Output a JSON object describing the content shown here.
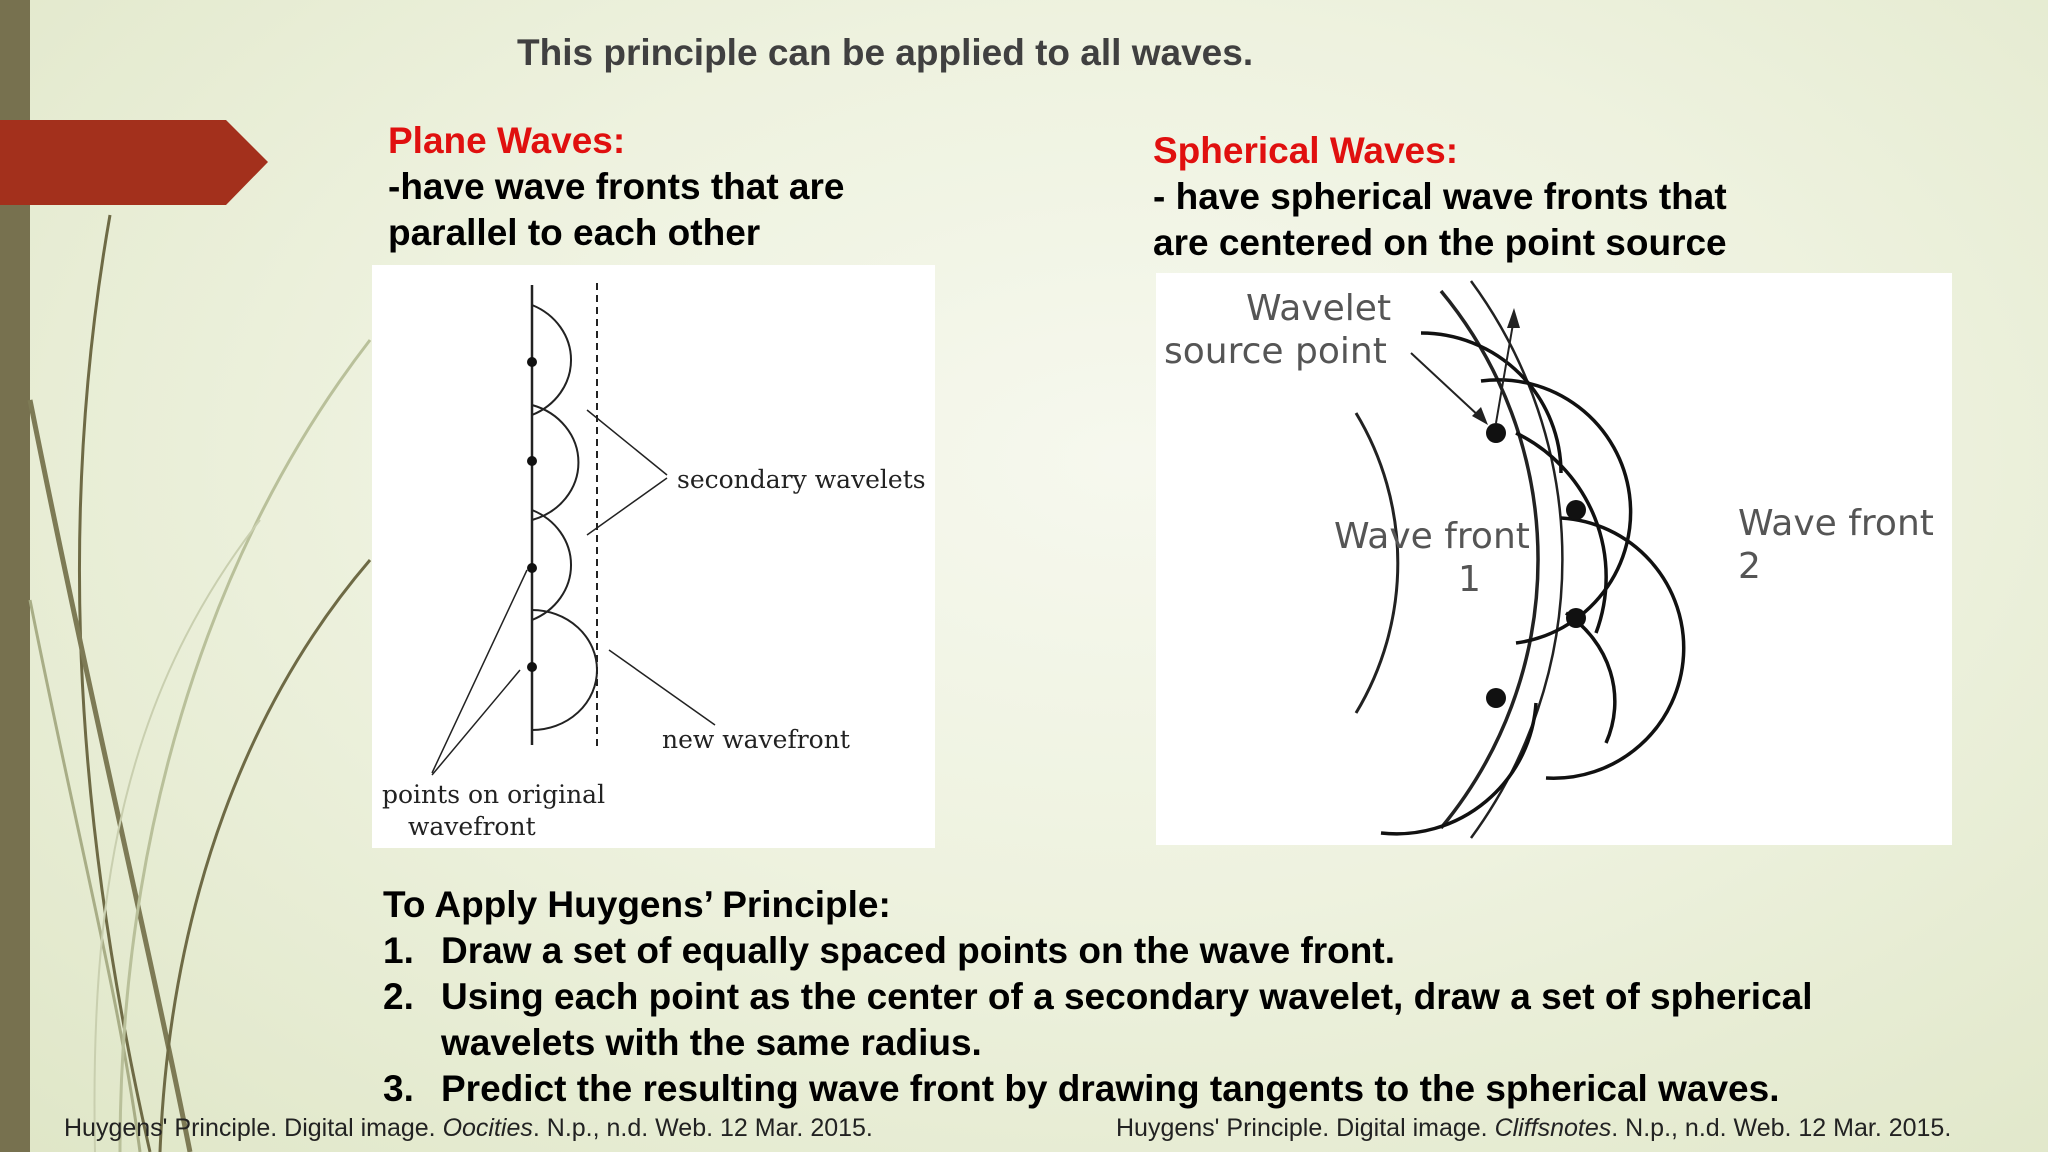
{
  "title": "This principle can be applied to all waves.",
  "plane": {
    "heading": "Plane Waves:",
    "line1": "-have wave fronts that are",
    "line2": "parallel to each other",
    "fig_labels": {
      "secondary": "secondary wavelets",
      "new_front": "new wavefront",
      "original1": "points on original",
      "original2": "wavefront"
    }
  },
  "spherical": {
    "heading": "Spherical Waves:",
    "line1": "- have spherical wave fronts that",
    "line2": "are centered on the point source",
    "fig_labels": {
      "source1": "Wavelet",
      "source2": "source point",
      "front1a": "Wave front",
      "front1b": "1",
      "front2a": "Wave front",
      "front2b": "2"
    }
  },
  "steps": {
    "heading": "To Apply Huygens’ Principle:",
    "items": [
      {
        "num": "1.",
        "text": "Draw a set of equally spaced points on the wave front."
      },
      {
        "num": "2.",
        "text": "Using each point as the center of a secondary wavelet, draw a set of spherical",
        "text2": "wavelets with the same radius."
      },
      {
        "num": "3.",
        "text": "Predict the resulting wave front by drawing tangents to the spherical waves."
      }
    ]
  },
  "citations": {
    "left_pre": "Huygens' Principle. Digital image. ",
    "left_italic": "Oocities",
    "left_post": ". N.p., n.d. Web. 12 Mar. 2015.",
    "right_pre": "Huygens' Principle. Digital image. ",
    "right_italic": "Cliffsnotes",
    "right_post": ". N.p., n.d. Web. 12 Mar. 2015."
  },
  "colors": {
    "accent_red": "#e0100f",
    "arrow": "#a3301c",
    "left_bar": "#77714f"
  }
}
